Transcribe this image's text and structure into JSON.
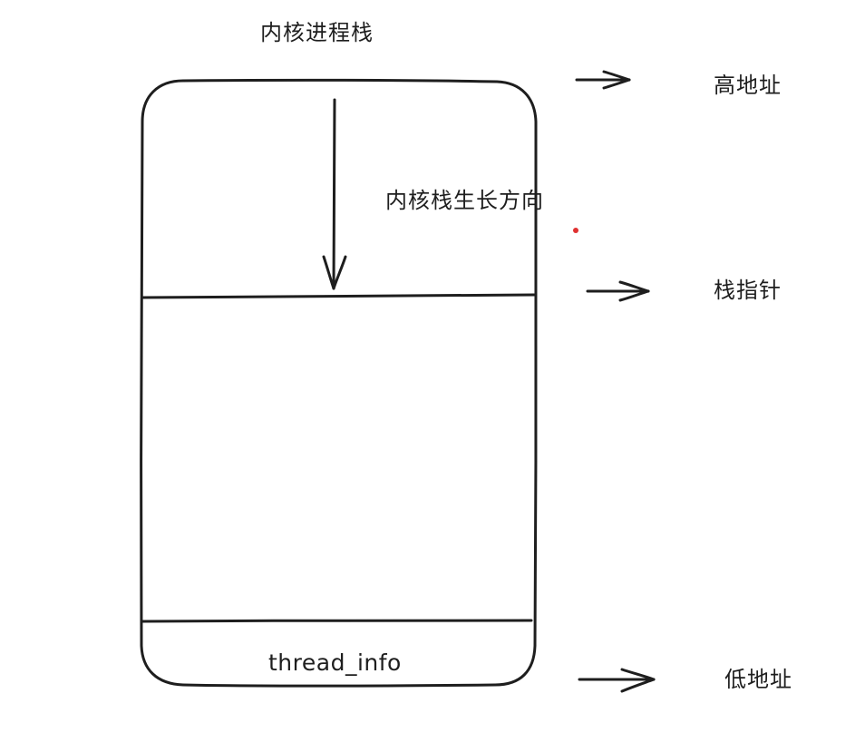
{
  "diagram": {
    "title": "内核进程栈",
    "growth_direction_label": "内核栈生长方向",
    "stack_region": {
      "bottom_section_label": "thread_info"
    },
    "address_markers": [
      {
        "label": "高地址",
        "points_to": "top-of-stack-region"
      },
      {
        "label": "栈指针",
        "points_to": "stack-pointer-divider"
      },
      {
        "label": "低地址",
        "points_to": "bottom-of-stack-region"
      }
    ],
    "colors": {
      "stroke": "#1e1e1e",
      "background": "#ffffff",
      "marker_dot": "#e03131"
    }
  }
}
